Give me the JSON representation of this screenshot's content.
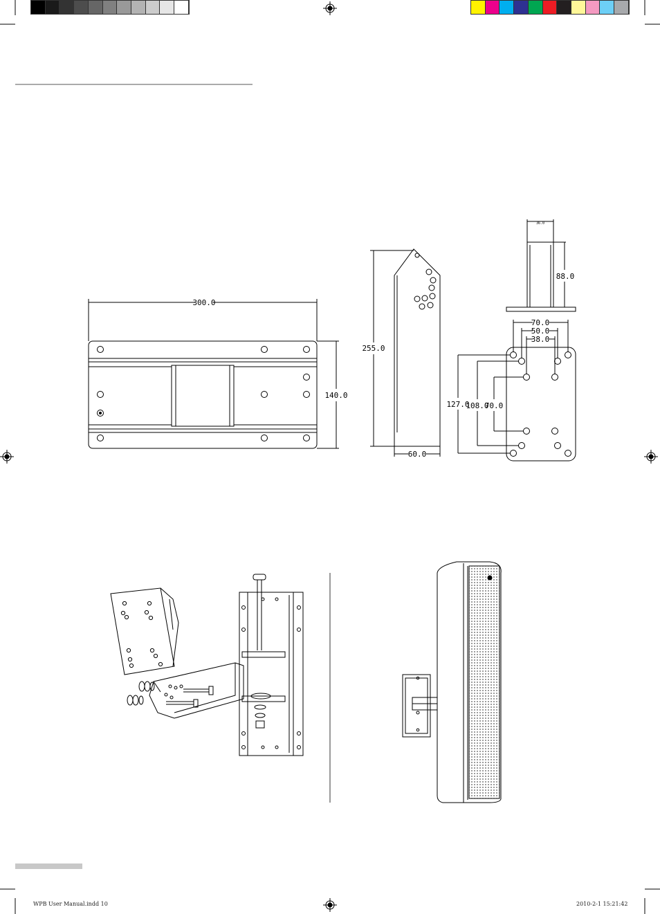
{
  "print_marks": {
    "gray_swatches": [
      "#000000",
      "#1a1a1a",
      "#333333",
      "#4d4d4d",
      "#666666",
      "#808080",
      "#999999",
      "#b3b3b3",
      "#cccccc",
      "#e6e6e6",
      "#ffffff"
    ],
    "color_swatches": [
      "#fff200",
      "#ec008c",
      "#00aeef",
      "#2e3192",
      "#00a651",
      "#ed1c24",
      "#231f20",
      "#fff799",
      "#f49ac1",
      "#6dcff6",
      "#a7a9ac"
    ],
    "slug_file": "WPB User Manual.indd   10",
    "slug_date": "2010-2-1   15:21:42"
  },
  "wall_plate_drawing": {
    "width_label": "300.0",
    "height_label": "140.0"
  },
  "arm_side_drawing": {
    "height_label": "255.0",
    "width_label": "60.0"
  },
  "arm_end_drawing": {
    "top_label": "36.0",
    "height_label": "88.0",
    "hole_spacing_labels": [
      "70.0",
      "50.0",
      "38.0"
    ],
    "vertical_labels": [
      "127.0",
      "108.0",
      "70.0"
    ]
  }
}
